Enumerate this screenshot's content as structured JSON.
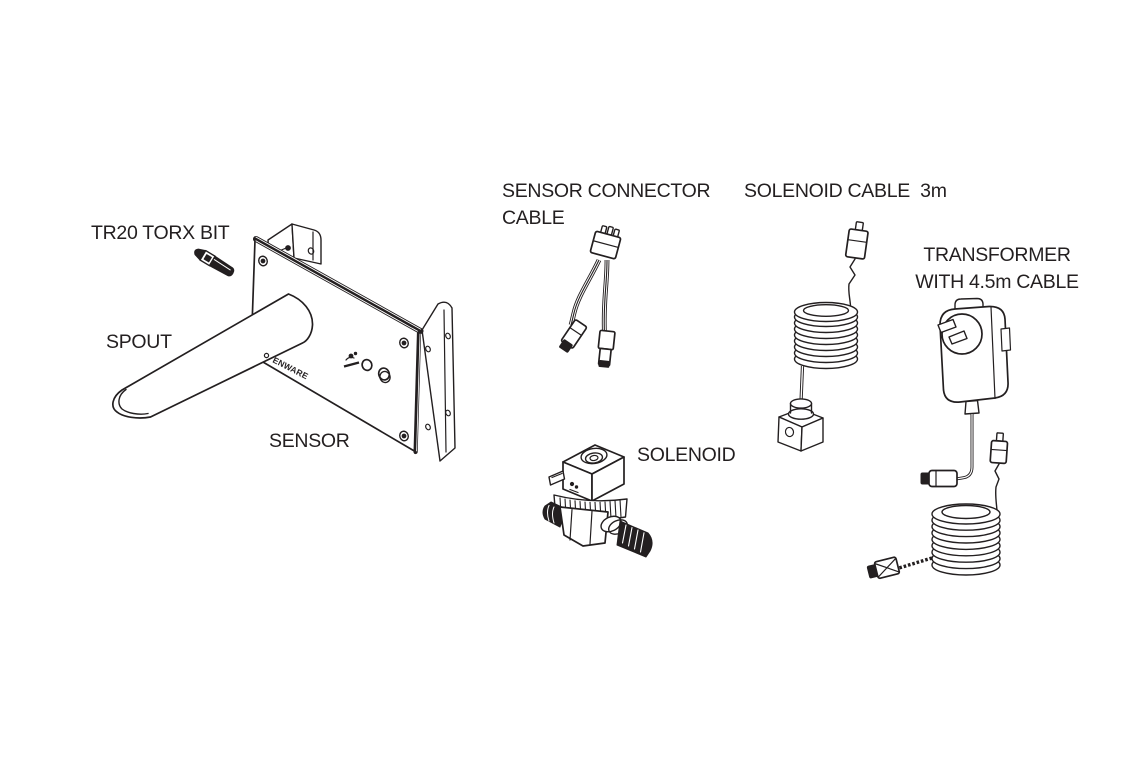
{
  "colors": {
    "background": "#ffffff",
    "line": "#231f20"
  },
  "labels": {
    "torx_bit": "TR20 TORX BIT",
    "spout": "SPOUT",
    "sensor": "SENSOR",
    "sensor_connector_cable": {
      "line1": "SENSOR CONNECTOR",
      "line2": "CABLE"
    },
    "solenoid": "SOLENOID",
    "solenoid_cable": "SOLENOID CABLE  3m",
    "transformer": {
      "line1": "TRANSFORMER",
      "line2": "WITH 4.5m CABLE"
    }
  },
  "brand_text": "ENWARE"
}
